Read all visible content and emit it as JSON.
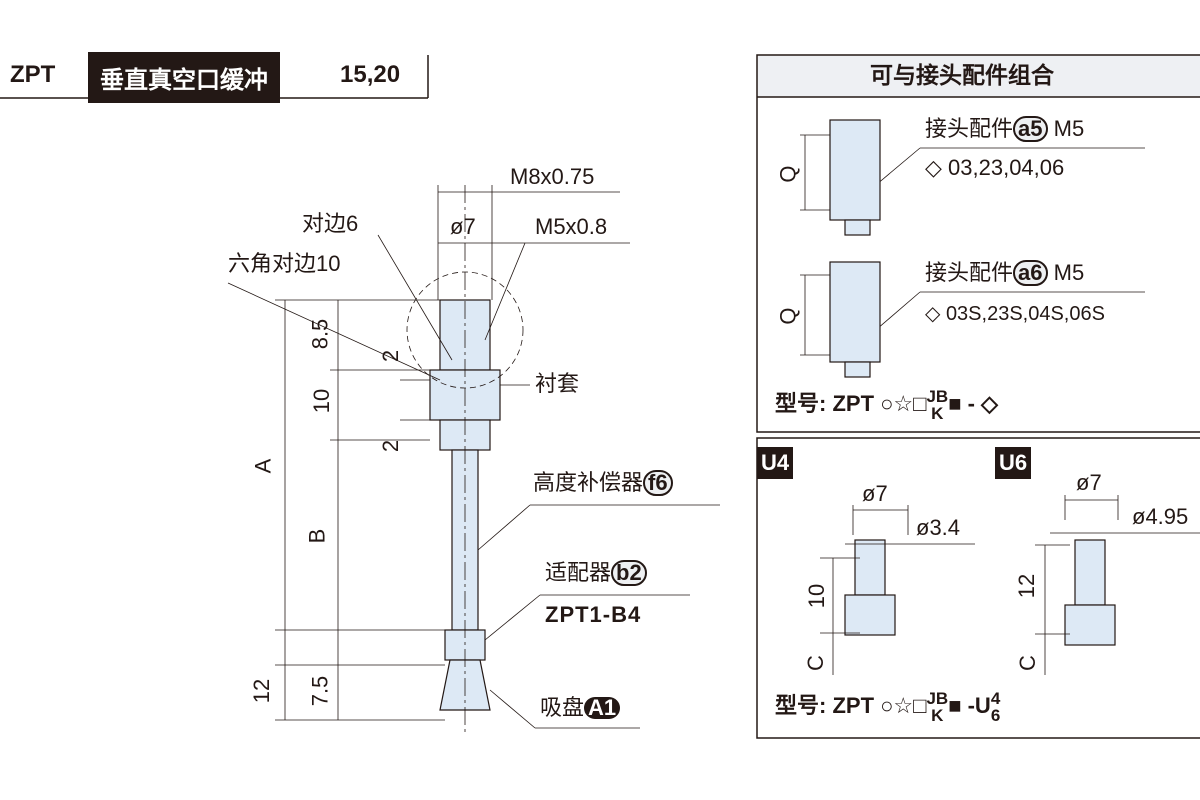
{
  "header": {
    "series": "ZPT",
    "title": "垂直真空口缓冲",
    "sizes": "15,20"
  },
  "main_drawing": {
    "thread_outer": "M8x0.75",
    "dia": "ø7",
    "thread_inner": "M5x0.8",
    "across_flats_6": "对边6",
    "hex_across_flats_10": "六角对边10",
    "dims": {
      "d85": "8.5",
      "d2a": "2",
      "d10": "10",
      "d2b": "2",
      "A": "A",
      "B": "B",
      "d12": "12",
      "d75": "7.5"
    },
    "bushing": "衬套",
    "compensator": {
      "label": "高度补偿器",
      "code": "f6"
    },
    "adapter": {
      "label": "适配器",
      "code": "b2",
      "model": "ZPT1-B4"
    },
    "pad": {
      "label": "吸盘",
      "code": "A1"
    }
  },
  "fittings_panel": {
    "title": "可与接头配件组合",
    "items": [
      {
        "label": "接头配件",
        "code": "a5",
        "thread": "M5",
        "sizes": "◇ 03,23,04,06",
        "dim": "Q"
      },
      {
        "label": "接头配件",
        "code": "a6",
        "thread": "M5",
        "sizes": "◇ 03S,23S,04S,06S",
        "dim": "Q"
      }
    ],
    "model": {
      "prefix": "型号:",
      "series": "ZPT",
      "symbols": "○☆□",
      "top": "JB",
      "bottom": "K",
      "square": "■",
      "suffix": "- ◇"
    }
  },
  "u_panel": {
    "u4": {
      "tag": "U4",
      "dia_outer": "ø7",
      "dia_inner": "ø3.4",
      "height": "10",
      "c": "C"
    },
    "u6": {
      "tag": "U6",
      "dia_outer": "ø7",
      "dia_inner": "ø4.95",
      "height": "12",
      "c": "C"
    },
    "model": {
      "prefix": "型号:",
      "series": "ZPT",
      "symbols": "○☆□",
      "top": "JB",
      "bottom": "K",
      "square": "■",
      "suffix": "-U",
      "top2": "4",
      "bottom2": "6"
    }
  }
}
